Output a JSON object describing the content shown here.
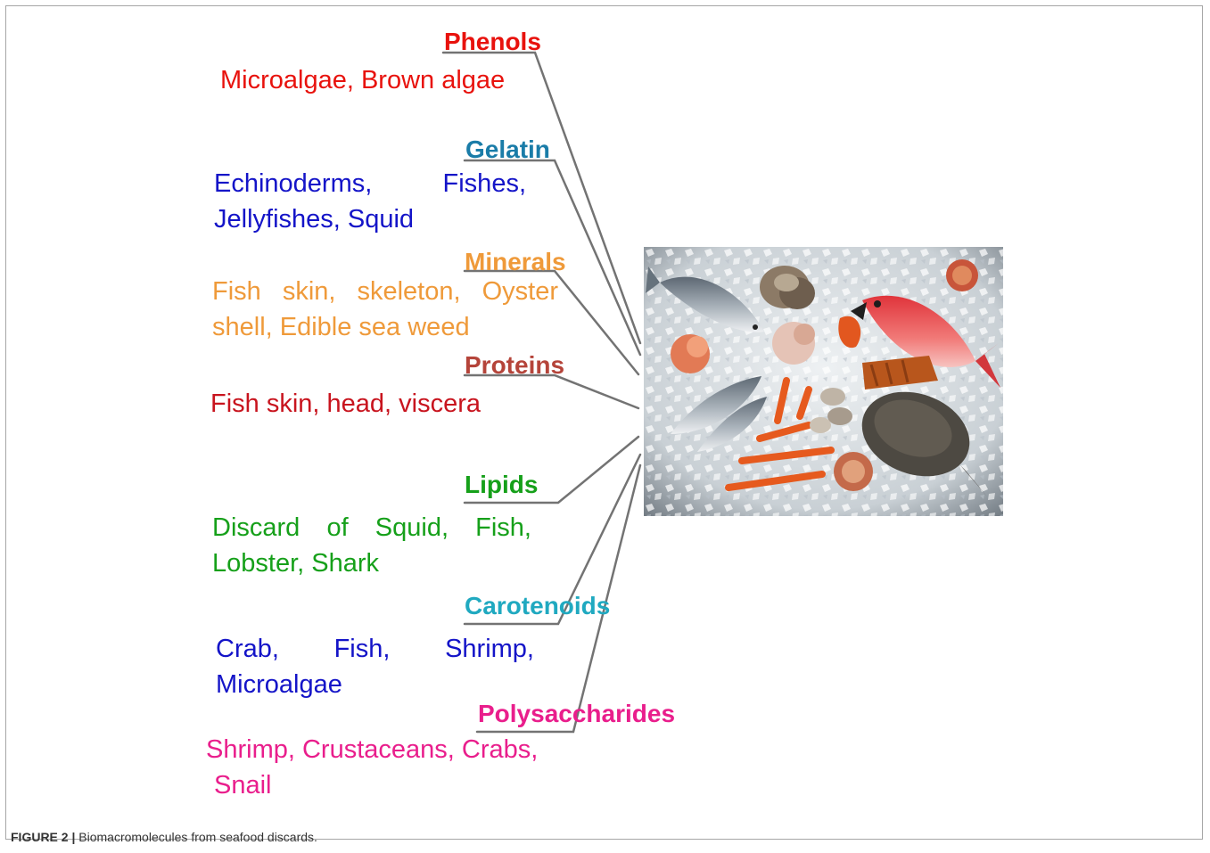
{
  "categories": [
    {
      "key": "phenols",
      "title": "Phenols",
      "sources": "Microalgae, Brown algae",
      "color": "#e8120d"
    },
    {
      "key": "gelatin",
      "title": "Gelatin",
      "sources_lines": [
        "Echinoderms, Fishes,",
        "Jellyfishes, Squid"
      ],
      "color": "#1a7ca8"
    },
    {
      "key": "minerals",
      "title": "Minerals",
      "sources_lines": [
        "Fish skin, skeleton, Oyster",
        "shell, Edible sea weed"
      ],
      "color": "#ef9a3a"
    },
    {
      "key": "proteins",
      "title": "Proteins",
      "sources": "Fish skin, head, viscera",
      "color": "#b5443a"
    },
    {
      "key": "lipids",
      "title": "Lipids",
      "sources_lines": [
        "Discard of Squid, Fish,",
        "Lobster, Shark"
      ],
      "color": "#16a01a"
    },
    {
      "key": "carotenoids",
      "title": "Carotenoids",
      "sources_lines": [
        "Crab, Fish, Shrimp,",
        "Microalgae"
      ],
      "color": "#20a9c0"
    },
    {
      "key": "polysaccharides",
      "title": "Polysaccharides",
      "sources_lines": [
        "Shrimp, Crustaceans, Crabs,",
        "Snail"
      ],
      "color": "#e91e8c"
    }
  ],
  "colors": {
    "gelatin_sources": "#1414c8",
    "proteins_sources": "#c8141e",
    "carotenoids_sources": "#1414c8",
    "connector": "#737373"
  },
  "caption": {
    "label": "FIGURE 2 |",
    "text": " Biomacromolecules from seafood discards."
  }
}
